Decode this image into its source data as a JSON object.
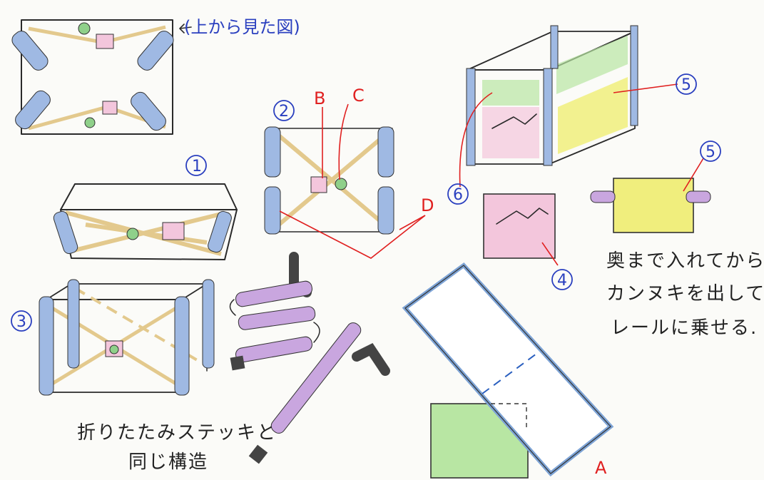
{
  "labels": {
    "top_view": "(上から見た図)",
    "step1": "1",
    "step2": "2",
    "step3": "3",
    "step4": "4",
    "step5a": "5",
    "step5b": "5",
    "step6": "6",
    "B": "B",
    "C": "C",
    "D": "D",
    "A": "A"
  },
  "notes": {
    "folding_line1": "折りたたみステッキと",
    "folding_line2": "同じ構造",
    "insert_line1": "奥まで入れてから.",
    "insert_line2": "カンヌキを出して",
    "insert_line3": "レールに乗せる."
  },
  "colors": {
    "blue_pillar": "#9fb9e3",
    "wood_strut": "#e3c98d",
    "pink_block": "#f3c6dc",
    "green_ball": "#8fd08a",
    "purple_stick": "#c9a6df",
    "yellow_panel": "#f0ee7d",
    "green_panel": "#b8e6a3",
    "red_line": "#e02020",
    "blue_label": "#2a3fbf"
  }
}
